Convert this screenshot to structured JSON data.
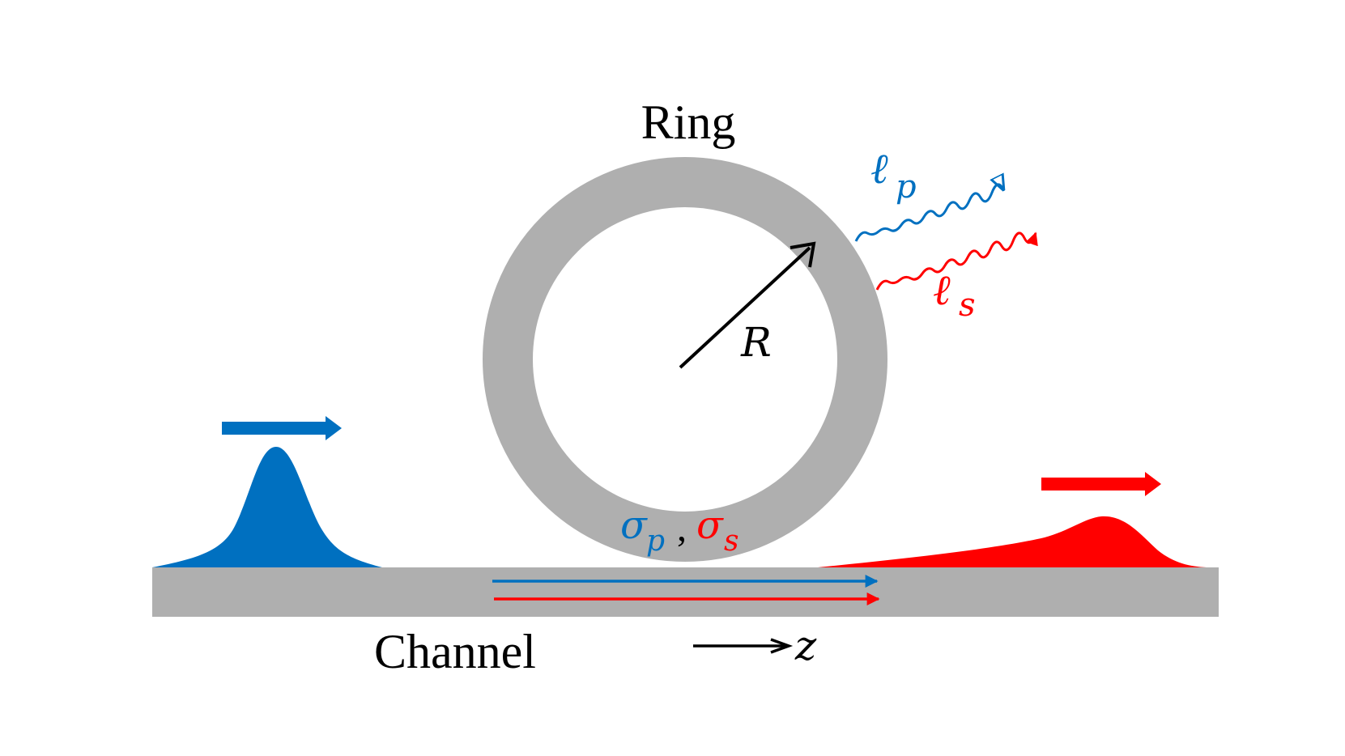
{
  "labels": {
    "ring": "Ring",
    "channel": "Channel",
    "radius": "R",
    "z_axis": "z",
    "loss_pump": "ℓ",
    "loss_pump_sub": "p",
    "loss_signal": "ℓ",
    "loss_signal_sub": "s",
    "coupling_pump": "σ",
    "coupling_pump_sub": "p",
    "coupling_separator": ",",
    "coupling_signal": "σ",
    "coupling_signal_sub": "s"
  },
  "colors": {
    "waveguide": "#afafaf",
    "pump": "#0070c0",
    "signal": "#ff0000",
    "text": "#000000"
  }
}
